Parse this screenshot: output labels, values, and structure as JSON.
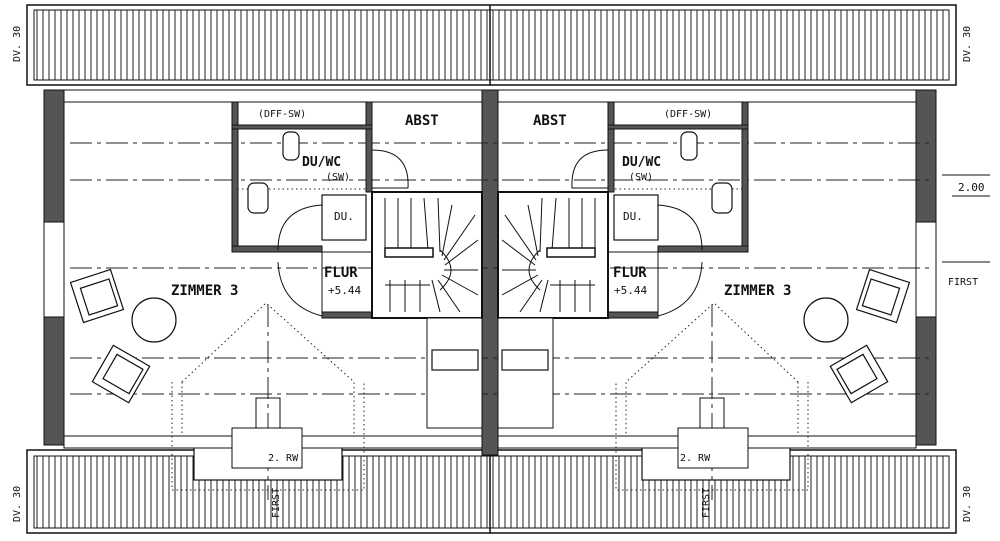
{
  "plan": {
    "roof_labels": [
      "DV. 30",
      "DV. 30",
      "DV. 30",
      "DV. 30"
    ],
    "first_labels": [
      "FIRST",
      "FIRST",
      "FIRST"
    ],
    "left_unit": {
      "room": "ZIMMER 3",
      "bath": "DU/WC",
      "bath_sub": "(SW)",
      "duct": "(DFF-SW)",
      "store": "ABST",
      "shower": "DU.",
      "hall": "FLUR",
      "level": "+5.44",
      "window": "2. RW"
    },
    "right_unit": {
      "room": "ZIMMER 3",
      "bath": "DU/WC",
      "bath_sub": "(SW)",
      "duct": "(DFF-SW)",
      "store": "ABST",
      "shower": "DU.",
      "hall": "FLUR",
      "level": "+5.44",
      "window": "2. RW"
    },
    "dimension": "2.00"
  }
}
